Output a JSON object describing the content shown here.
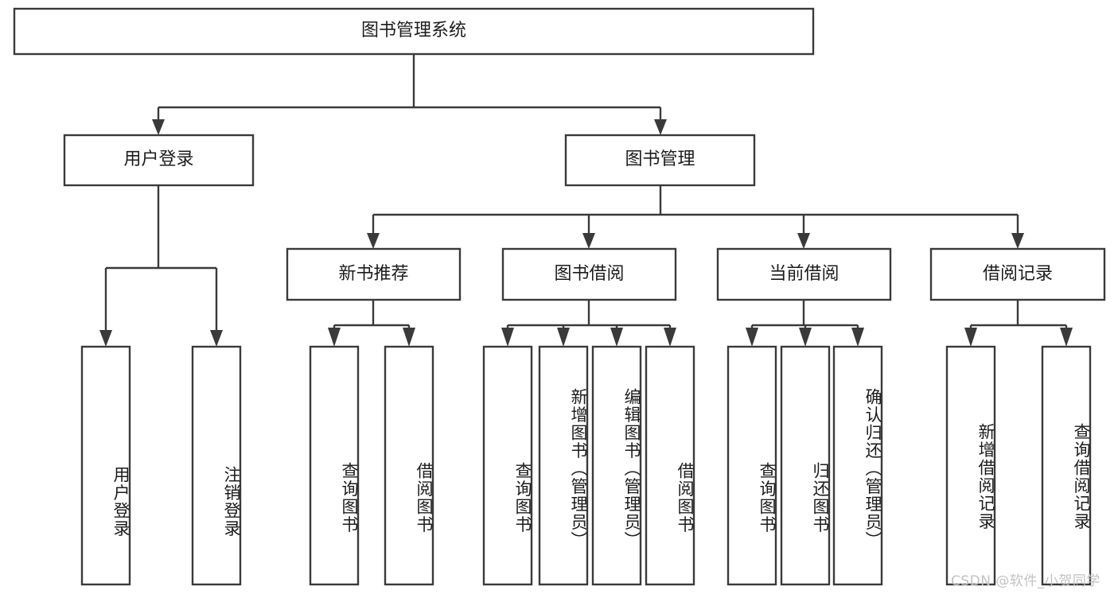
{
  "diagram": {
    "type": "tree-hierarchy-chart",
    "title": "图书管理系统",
    "orientation": "top-down",
    "colors": {
      "box_stroke": "#3a3a3a",
      "box_fill": "#ffffff",
      "connector": "#3a3a3a",
      "text": "#1c1c1c",
      "background": "#ffffff",
      "watermark": "#c2c2c2"
    },
    "nodes": {
      "root": {
        "label": "图书管理系统",
        "level": 1
      },
      "user_login": {
        "label": "用户登录",
        "level": 2
      },
      "book_manage": {
        "label": "图书管理",
        "level": 2
      },
      "new_book_rec": {
        "label": "新书推荐",
        "level": 3
      },
      "book_borrow": {
        "label": "图书借阅",
        "level": 3
      },
      "current_borrow": {
        "label": "当前借阅",
        "level": 3
      },
      "borrow_record": {
        "label": "借阅记录",
        "level": 3
      },
      "leaf_user_login": {
        "label": "用户登录",
        "level": 4
      },
      "leaf_logout": {
        "label": "注销登录",
        "level": 4
      },
      "leaf_query_book_1": {
        "label": "查询图书",
        "level": 4
      },
      "leaf_borrow_book_1": {
        "label": "借阅图书",
        "level": 4
      },
      "leaf_query_book_2": {
        "label": "查询图书",
        "level": 4
      },
      "leaf_add_book": {
        "label": "新增图书（管理员）",
        "level": 4
      },
      "leaf_edit_book": {
        "label": "编辑图书（管理员）",
        "level": 4
      },
      "leaf_borrow_book_2": {
        "label": "借阅图书",
        "level": 4
      },
      "leaf_query_book_3": {
        "label": "查询图书",
        "level": 4
      },
      "leaf_return_book": {
        "label": "归还图书",
        "level": 4
      },
      "leaf_confirm_return": {
        "label": "确认归还（管理员）",
        "level": 4
      },
      "leaf_add_record": {
        "label": "新增借阅记录",
        "level": 4
      },
      "leaf_query_record": {
        "label": "查询借阅记录",
        "level": 4
      }
    },
    "edges": [
      {
        "from": "root",
        "to": "user_login"
      },
      {
        "from": "root",
        "to": "book_manage"
      },
      {
        "from": "user_login",
        "to": "leaf_user_login"
      },
      {
        "from": "user_login",
        "to": "leaf_logout"
      },
      {
        "from": "book_manage",
        "to": "new_book_rec"
      },
      {
        "from": "book_manage",
        "to": "book_borrow"
      },
      {
        "from": "book_manage",
        "to": "current_borrow"
      },
      {
        "from": "book_manage",
        "to": "borrow_record"
      },
      {
        "from": "new_book_rec",
        "to": "leaf_query_book_1"
      },
      {
        "from": "new_book_rec",
        "to": "leaf_borrow_book_1"
      },
      {
        "from": "book_borrow",
        "to": "leaf_query_book_2"
      },
      {
        "from": "book_borrow",
        "to": "leaf_add_book"
      },
      {
        "from": "book_borrow",
        "to": "leaf_edit_book"
      },
      {
        "from": "book_borrow",
        "to": "leaf_borrow_book_2"
      },
      {
        "from": "current_borrow",
        "to": "leaf_query_book_3"
      },
      {
        "from": "current_borrow",
        "to": "leaf_return_book"
      },
      {
        "from": "current_borrow",
        "to": "leaf_confirm_return"
      },
      {
        "from": "borrow_record",
        "to": "leaf_add_record"
      },
      {
        "from": "borrow_record",
        "to": "leaf_query_record"
      }
    ]
  },
  "watermark": {
    "text": "CSDN @软件_小贺同学"
  }
}
